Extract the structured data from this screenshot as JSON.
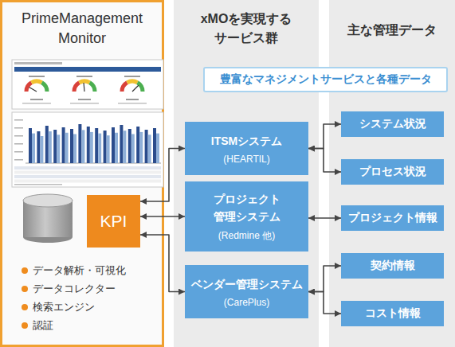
{
  "diagram": {
    "nodes": [
      {
        "text": [
          "PrimeManagement Monitor",
          "データ解析・可視化",
          "データコレクター",
          "検索エンジン",
          "認証"
        ]
      },
      {
        "text": [
          "KPI"
        ],
        "in": 0
      },
      {
        "text": [
          "xMOを実現する サービス群"
        ]
      },
      {
        "text": [
          "主な管理データ"
        ]
      },
      {
        "text": [
          "豊富なマネジメントサービスと各種データ"
        ]
      },
      {
        "text": [
          "ITSMシステム",
          "(HEARTIL)"
        ],
        "in": 2
      },
      {
        "text": [
          "プロジェクト 管理システム",
          "(Redmine 他)"
        ],
        "in": 2
      },
      {
        "text": [
          "ベンダー管理システム",
          "(CarePlus)"
        ],
        "in": 2
      },
      {
        "text": [
          "システム状況"
        ],
        "in": 3
      },
      {
        "text": [
          "プロセス状況"
        ],
        "in": 3
      },
      {
        "text": [
          "プロジェクト情報"
        ],
        "in": 3
      },
      {
        "text": [
          "契約情報"
        ],
        "in": 3
      },
      {
        "text": [
          "コスト情報"
        ],
        "in": 3
      }
    ],
    "edges": [
      {
        "from": 1,
        "to": 5,
        "arrow": "both"
      },
      {
        "from": 1,
        "to": 6,
        "arrow": "both"
      },
      {
        "from": 1,
        "to": 7,
        "arrow": "both"
      },
      {
        "from": 5,
        "to": 8,
        "arrow": "both"
      },
      {
        "from": 5,
        "to": 9,
        "arrow": "both"
      },
      {
        "from": 6,
        "to": 10,
        "arrow": "both"
      },
      {
        "from": 7,
        "to": 11,
        "arrow": "both"
      },
      {
        "from": 7,
        "to": 12,
        "arrow": "both"
      }
    ]
  }
}
